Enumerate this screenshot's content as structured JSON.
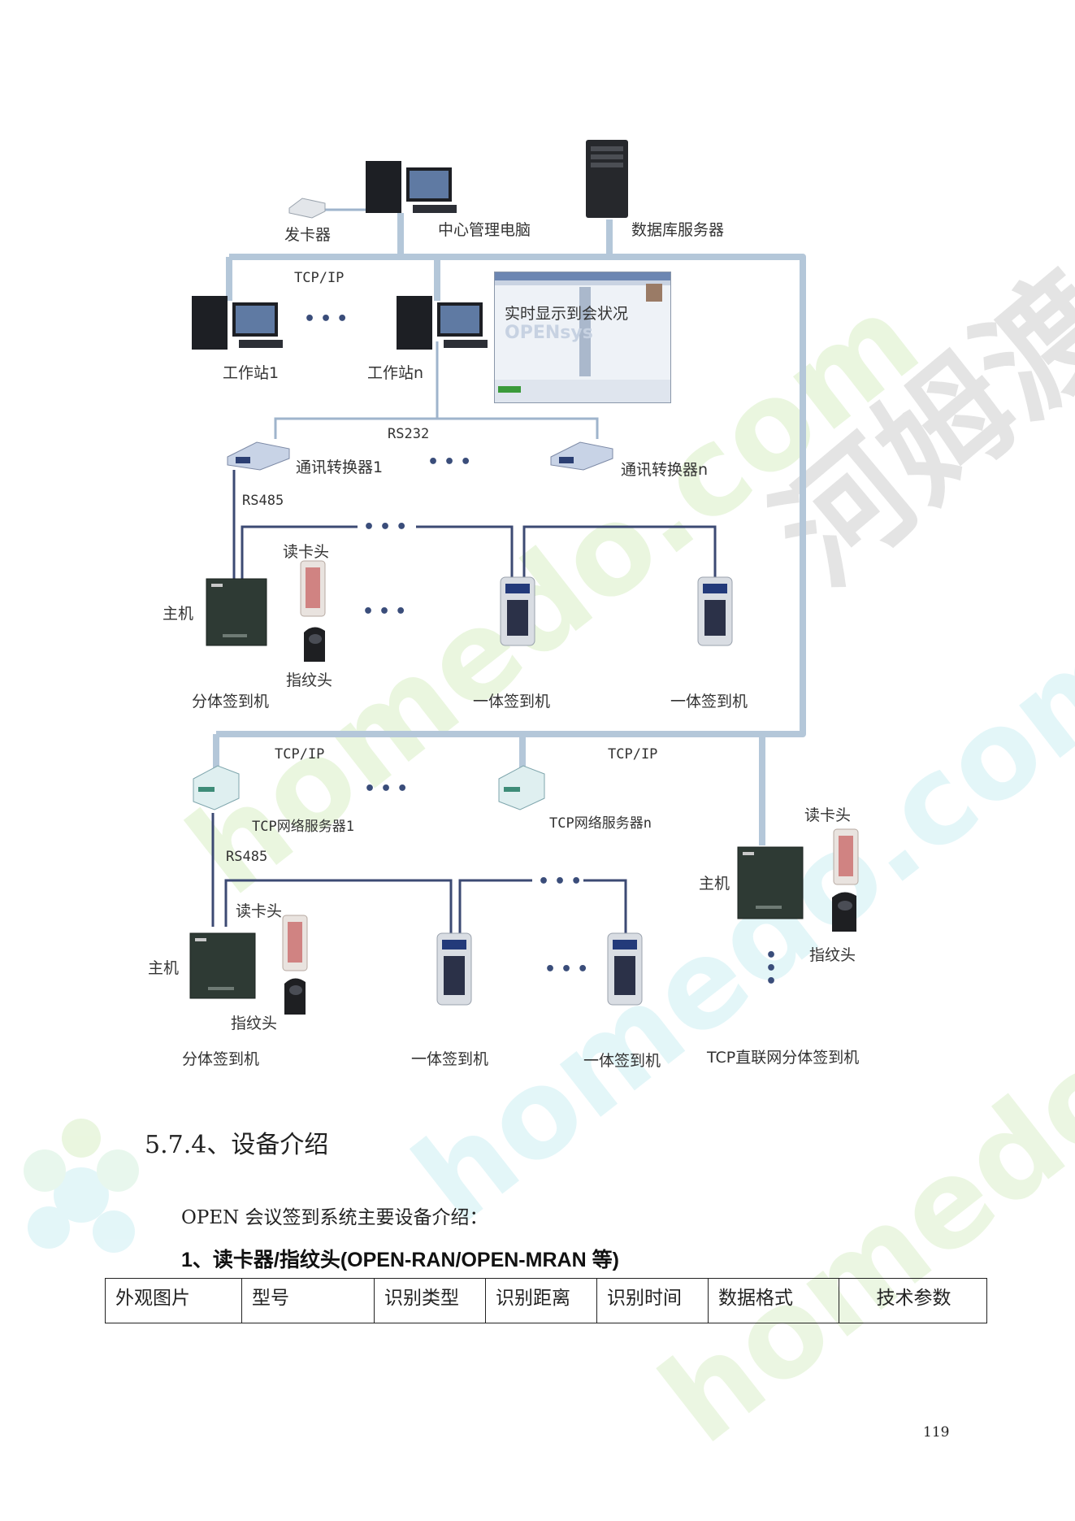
{
  "diagram": {
    "top": {
      "card_issuer": "发卡器",
      "central_pc": "中心管理电脑",
      "db_server": "数据库服务器",
      "tcpip": "TCP/IP",
      "workstation_1": "工作站1",
      "workstation_n": "工作站n",
      "screen_caption": "实时显示到会状况",
      "screen_logo": "OPENsys",
      "rs232": "RS232",
      "converter_1": "通讯转换器1",
      "converter_n": "通讯转换器n",
      "rs485": "RS485",
      "card_reader": "读卡头",
      "host": "主机",
      "fingerprint": "指纹头",
      "split_checkin": "分体签到机",
      "integrated_checkin_a": "一体签到机",
      "integrated_checkin_b": "一体签到机"
    },
    "bottom": {
      "tcpip_left": "TCP/IP",
      "tcpip_right": "TCP/IP",
      "net_server_1": "TCP网络服务器1",
      "net_server_n": "TCP网络服务器n",
      "rs485": "RS485",
      "card_reader": "读卡头",
      "host": "主机",
      "fingerprint": "指纹头",
      "split_checkin": "分体签到机",
      "integrated_checkin_a": "一体签到机",
      "integrated_checkin_b": "一体签到机",
      "right_card_reader": "读卡头",
      "right_host": "主机",
      "right_fingerprint": "指纹头",
      "tcp_direct_split": "TCP直联网分体签到机"
    },
    "watermark": {
      "brand_cn": "河姆渡",
      "brand_latin_1": "homedo.com",
      "brand_latin_2": "homedo.com",
      "brand_latin_3": "homedo.com"
    }
  },
  "section": {
    "title": "5.7.4、设备介绍",
    "intro": "OPEN 会议签到系统主要设备介绍：",
    "subheading": "1、读卡器/指纹头(OPEN-RAN/OPEN-MRAN 等)"
  },
  "table": {
    "columns": [
      "外观图片",
      "型号",
      "识别类型",
      "识别距离",
      "识别时间",
      "数据格式",
      "技术参数"
    ]
  },
  "page_number": "119",
  "colors": {
    "bus": "#b4c7d9",
    "wire": "#3c4a73",
    "thin_wire": "#9fb4cc",
    "watermark_green": "#d9efc6",
    "watermark_cyan": "#cdeff4",
    "watermark_gray": "#e2e2e2"
  }
}
